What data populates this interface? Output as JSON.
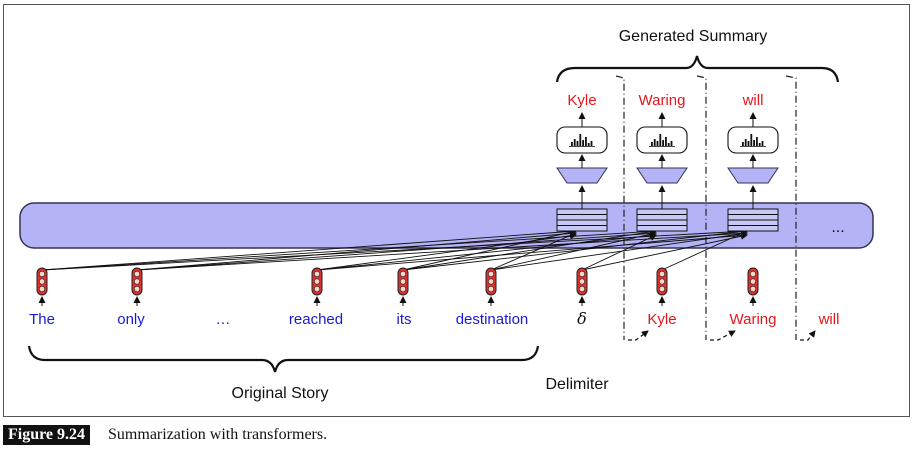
{
  "title": "Generated Summary",
  "input_tokens": [
    "The",
    "only",
    "…",
    "reached",
    "its",
    "destination"
  ],
  "delimiter_symbol": "δ",
  "shifted_tokens": [
    "Kyle",
    "Waring",
    "will"
  ],
  "output_tokens": [
    "Kyle",
    "Waring",
    "will"
  ],
  "ellipsis": "...",
  "labels": {
    "original_story": "Original Story",
    "delimiter": "Delimiter"
  },
  "caption": {
    "label": "Figure 9.24",
    "text": "Summarization with transformers."
  },
  "colors": {
    "input_text": "#1a1ad6",
    "output_text": "#e8151b",
    "band": "#b3b3f5",
    "band_stroke": "#333355",
    "node_red": "#d93030",
    "node_dot": "#f4d7c8"
  }
}
